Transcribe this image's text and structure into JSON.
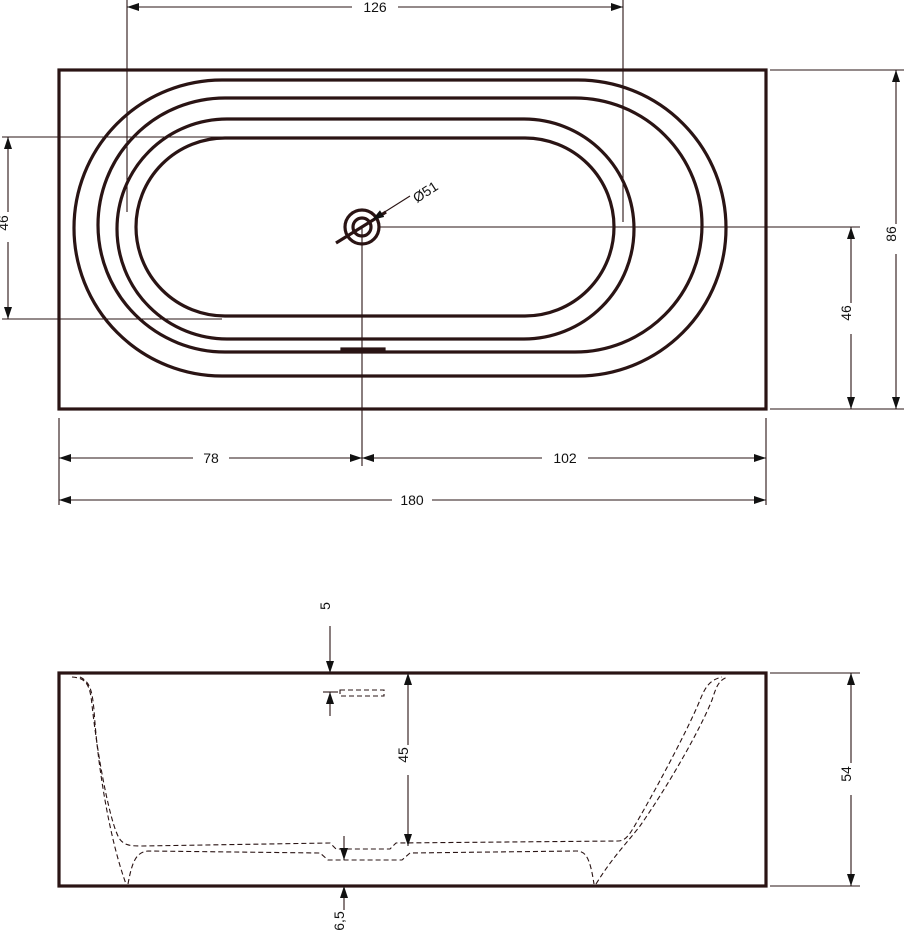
{
  "top_view": {
    "dims": {
      "inner_top_width": "126",
      "left_height": "46",
      "right_height": "46",
      "overall_height": "86",
      "drain_diameter": "Ø51",
      "left_to_drain": "78",
      "drain_to_right": "102",
      "overall_length": "180"
    }
  },
  "side_view": {
    "dims": {
      "rim_thickness": "5",
      "inner_depth": "45",
      "overall_height": "54",
      "base_thickness": "6,5"
    }
  },
  "colors": {
    "line": "#2a1414",
    "text": "#111111",
    "background": "#ffffff"
  }
}
